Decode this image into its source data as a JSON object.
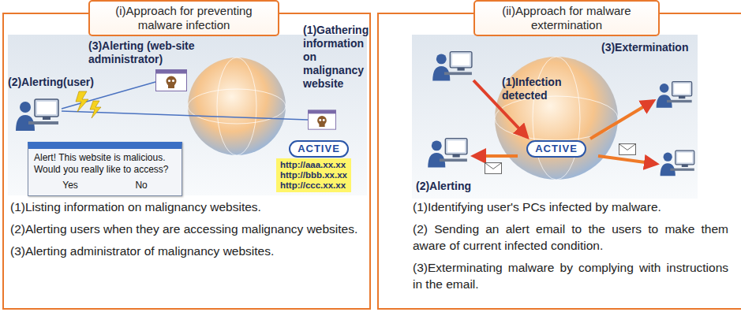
{
  "diagram": {
    "nodes": [
      {
        "text": [
          "(1)Listing information on malignancy websites.",
          "(2)Alerting users when they are accessing malignancy websites.",
          "(3)Alerting administrator of malignancy websites."
        ]
      },
      {
        "text": [
          "(i)Approach for preventing malware infection"
        ],
        "in": 0
      },
      {
        "text": [
          "Alert! This website is malicious. Would you really like to access?",
          "Yes",
          "No"
        ],
        "in": 0
      },
      {
        "text": [
          "ACTIVE"
        ],
        "in": 0
      },
      {
        "text": [
          "http://aaa.xx.xx",
          "http://bbb.xx.xx",
          "http://ccc.xx.xx"
        ],
        "in": 0
      },
      {
        "text": [
          "(1)Identifying user's PCs infected by malware.",
          "(2) Sending an alert email to the users to make them aware of current infected condition.",
          "(3)Exterminating malware by complying with instructions in the email."
        ]
      },
      {
        "text": [
          "(ii)Approach for malware extermination"
        ],
        "in": 5
      },
      {
        "text": [
          "ACTIVE"
        ],
        "in": 5
      }
    ],
    "labels": [
      "(3)Alerting (web-site administrator)",
      "(1)Gathering information on malignancy website",
      "(2)Alerting(user)",
      "(3)Extermination",
      "(1)Infection detected",
      "(2)Alerting"
    ]
  }
}
